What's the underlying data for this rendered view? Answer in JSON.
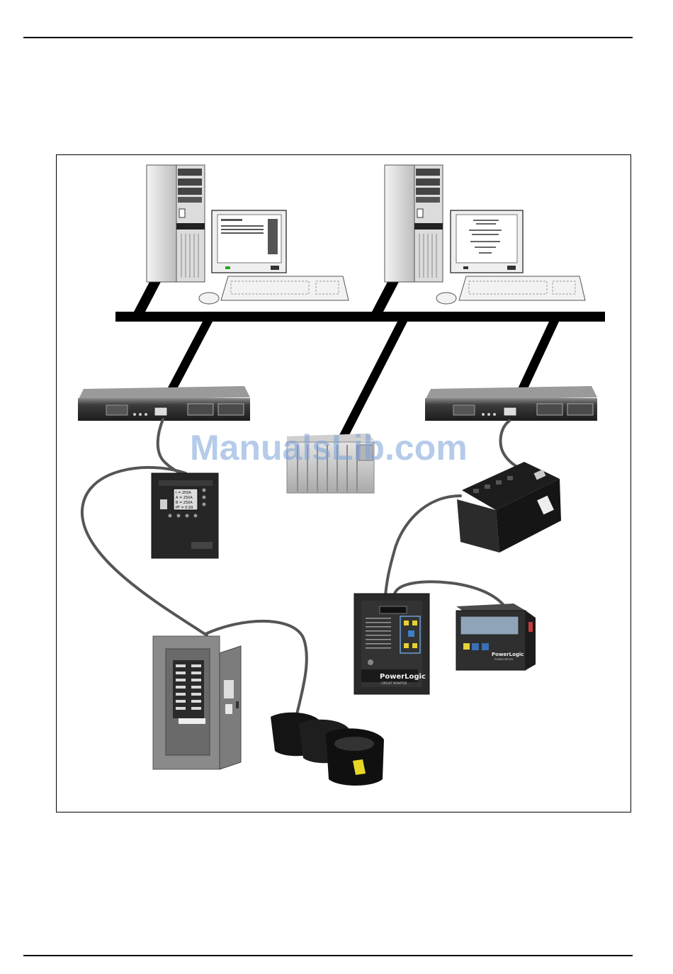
{
  "watermark": "ManualsLib.com",
  "device_labels": {
    "meter_panel_brand": "PowerLogic",
    "meter_panel_caption": "CIRCUIT MONITOR",
    "small_meter_brand": "PowerLogic",
    "small_meter_caption": "POWER METER",
    "relay_readout_lines": [
      "I = 250A",
      "A = 250A",
      "B = 250A",
      "PF = 0.99"
    ]
  },
  "colors": {
    "network_bus": "#000000",
    "cable": "#555555",
    "device_dark": "#2a2a2a",
    "device_light": "#d8d8d8",
    "watermark": "#7aa0d6"
  },
  "icons": [
    "pc-tower-icon",
    "monitor-icon",
    "keyboard-icon",
    "mouse-icon",
    "ethernet-gateway-icon",
    "plc-icon",
    "protective-relay-icon",
    "circuit-monitor-icon",
    "power-meter-icon",
    "io-module-icon",
    "breaker-panel-icon",
    "current-sensor-icon"
  ]
}
